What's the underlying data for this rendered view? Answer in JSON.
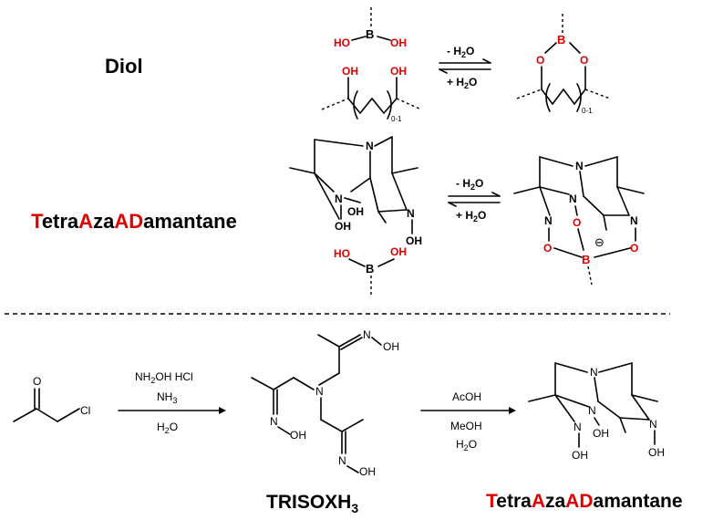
{
  "labels": {
    "diol": "Diol",
    "taad": [
      {
        "text": "T",
        "color": "#e00000"
      },
      {
        "text": "etra",
        "color": "#000000"
      },
      {
        "text": "A",
        "color": "#e00000"
      },
      {
        "text": "za",
        "color": "#000000"
      },
      {
        "text": "AD",
        "color": "#e00000"
      },
      {
        "text": "amantane",
        "color": "#000000"
      }
    ],
    "trisox": "TRISOXH",
    "trisox_sub": "3"
  },
  "reaction1": {
    "forward": "- H",
    "forward_sub": "2",
    "forward_tail": "O",
    "reverse": "+ H",
    "reverse_sub": "2",
    "reverse_tail": "O"
  },
  "reaction2": {
    "forward": "- H",
    "forward_sub": "2",
    "forward_tail": "O",
    "reverse": "+ H",
    "reverse_sub": "2",
    "reverse_tail": "O"
  },
  "reaction3": {
    "line1": "NH",
    "line1_sub": "2",
    "line1_tail": "OH HCl",
    "line2": "NH",
    "line2_sub": "3",
    "line3": "H",
    "line3_sub": "2",
    "line3_tail": "O"
  },
  "reaction4": {
    "line1": "AcOH",
    "line2": "MeOH",
    "line3": "H",
    "line3_sub": "2",
    "line3_tail": "O"
  },
  "atoms": {
    "B": "B",
    "O": "O",
    "OH": "OH",
    "HO": "HO",
    "N": "N",
    "Cl": "Cl",
    "range": "0-1",
    "minus": "⊖"
  },
  "colors": {
    "heteroatom": "#e00000",
    "text": "#000000"
  }
}
